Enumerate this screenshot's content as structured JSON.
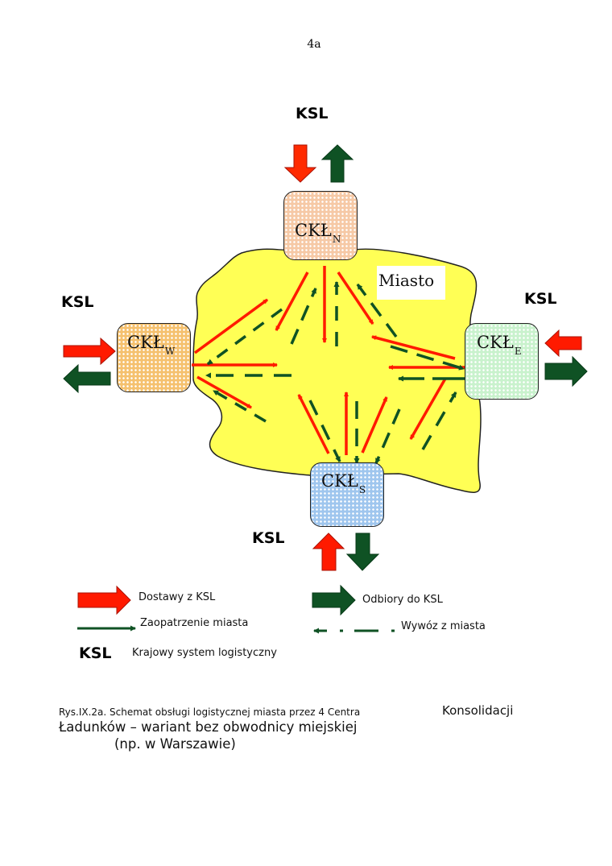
{
  "page_number": "4a",
  "colors": {
    "delivery_red": "#ff1a00",
    "pickup_green": "#0f5224",
    "city_yellow": "#ffff55",
    "node_n": "#f6c9a6",
    "node_w": "#f5c16f",
    "node_e": "#c9f2cd",
    "node_s": "#9fc6ee"
  },
  "diagram": {
    "city_label": "Miasto",
    "nodes": {
      "north": {
        "main": "CKŁ",
        "sub": "N",
        "ksl_label": "KSL"
      },
      "west": {
        "main": "CKŁ",
        "sub": "W",
        "ksl_label": "KSL"
      },
      "east": {
        "main": "CKŁ",
        "sub": "E",
        "ksl_label": "KSL"
      },
      "south": {
        "main": "CKŁ",
        "sub": "S",
        "ksl_label": "KSL"
      }
    }
  },
  "legend": {
    "delivery": "Dostawy z KSL",
    "pickup": "Odbiory  do KSL",
    "supply": "Zaopatrzenie miasta",
    "removal": "Wywóz z miasta",
    "ksl_abbr": "KSL",
    "ksl_full": "Krajowy system logistyczny"
  },
  "caption": {
    "line1": "Rys.IX.2a. Schemat obsługi logistycznej miasta przez 4  Centra",
    "line1_right": "Konsolidacji",
    "line2": "Ładunków – wariant bez obwodnicy miejskiej",
    "line3": "(np. w Warszawie)"
  }
}
